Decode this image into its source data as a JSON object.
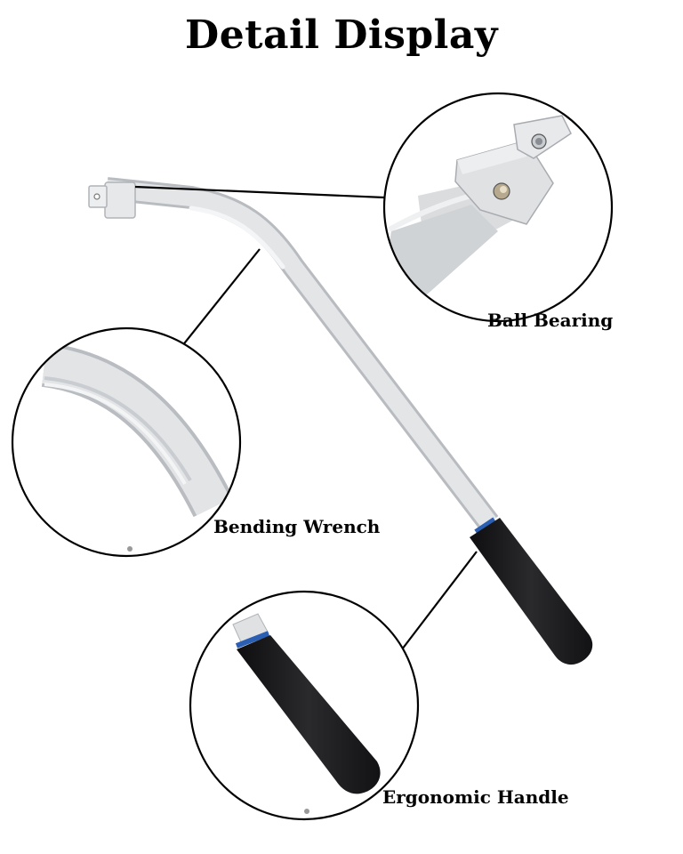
{
  "title": "Detail Display",
  "callouts": {
    "ball_bearing": "Ball Bearing",
    "bending_wrench": "Bending Wrench",
    "ergonomic_handle": "Ergonomic Handle"
  },
  "colors": {
    "steel": "#d9dbdd",
    "steel_shadow": "#b9bcc0",
    "grip": "#1c1c1e",
    "grip_ring": "#2b5fb3",
    "line": "#000000"
  }
}
